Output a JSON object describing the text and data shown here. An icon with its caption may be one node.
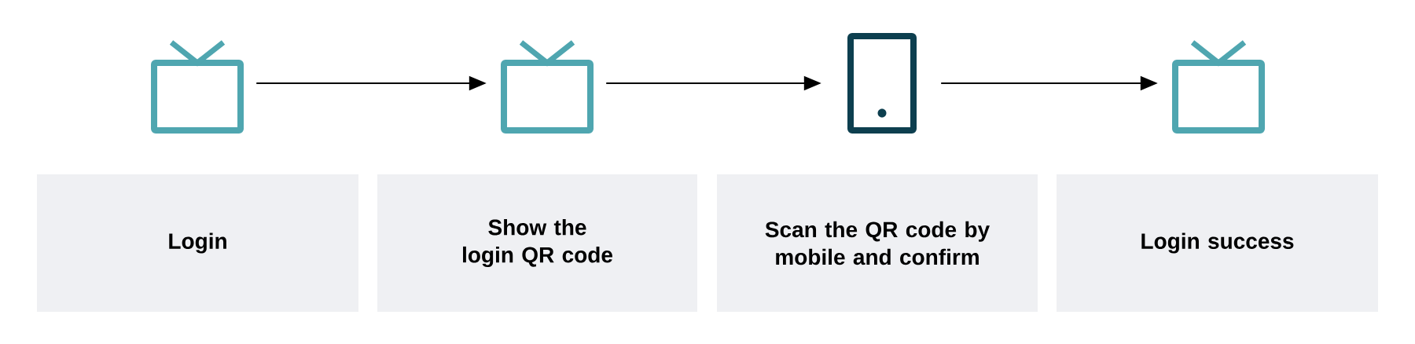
{
  "diagram": {
    "nodes": [
      {
        "text": [],
        "shape": "tv"
      },
      {
        "text": [],
        "shape": "tv"
      },
      {
        "text": [],
        "shape": "phone"
      },
      {
        "text": [],
        "shape": "tv"
      },
      {
        "text": [
          "Login"
        ]
      },
      {
        "text": [
          "Show the login QR code"
        ]
      },
      {
        "text": [
          "Scan the QR code by mobile and confirm"
        ]
      },
      {
        "text": [
          "Login success"
        ]
      }
    ],
    "edges": [
      {
        "from": 0,
        "to": 1,
        "arrow": "to"
      },
      {
        "from": 1,
        "to": 2,
        "arrow": "to"
      },
      {
        "from": 2,
        "to": 3,
        "arrow": "to"
      }
    ]
  }
}
